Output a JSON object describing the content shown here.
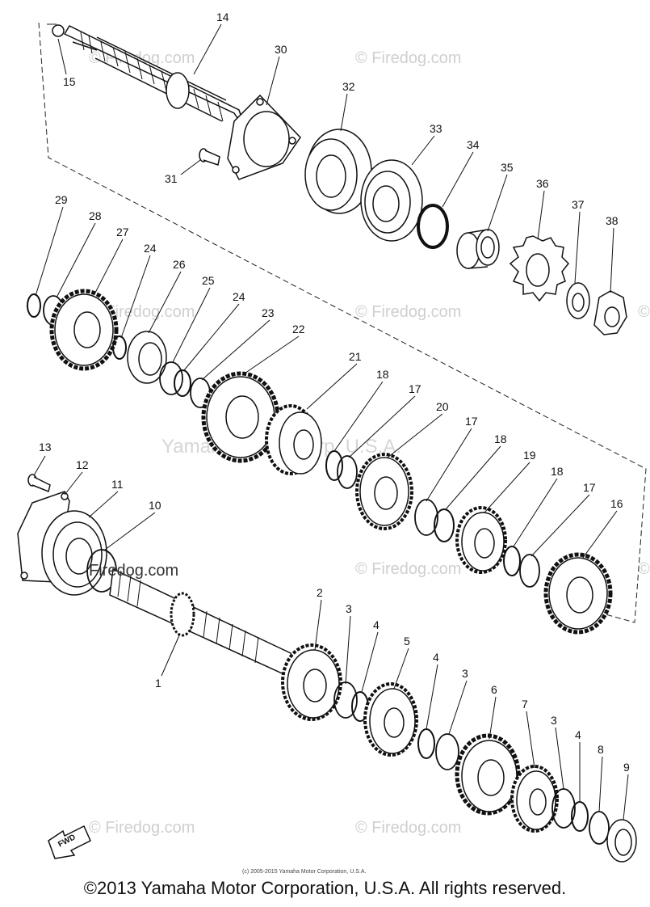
{
  "diagram": {
    "part_numbers": [
      "1",
      "2",
      "3",
      "4",
      "5",
      "6",
      "7",
      "8",
      "9",
      "10",
      "11",
      "12",
      "13",
      "14",
      "15",
      "16",
      "17",
      "18",
      "19",
      "20",
      "21",
      "22",
      "23",
      "24",
      "25",
      "26",
      "27",
      "28",
      "29",
      "30",
      "31",
      "32",
      "33",
      "34",
      "35",
      "36",
      "37",
      "38"
    ],
    "callouts": {
      "c1": "1",
      "c2": "2",
      "c3a": "3",
      "c3b": "3",
      "c3c": "3",
      "c4a": "4",
      "c4b": "4",
      "c4c": "4",
      "c5": "5",
      "c6": "6",
      "c7": "7",
      "c8": "8",
      "c9": "9",
      "c10": "10",
      "c11": "11",
      "c12": "12",
      "c13": "13",
      "c14": "14",
      "c15": "15",
      "c16": "16",
      "c17a": "17",
      "c17b": "17",
      "c17c": "17",
      "c18a": "18",
      "c18b": "18",
      "c18c": "18",
      "c19": "19",
      "c20": "20",
      "c21": "21",
      "c22": "22",
      "c23": "23",
      "c24a": "24",
      "c24b": "24",
      "c25": "25",
      "c26": "26",
      "c27": "27",
      "c28": "28",
      "c29": "29",
      "c30": "30",
      "c31": "31",
      "c32": "32",
      "c33": "33",
      "c34": "34",
      "c35": "35",
      "c36": "36",
      "c37": "37",
      "c38": "38"
    },
    "watermarks": {
      "w1": "© Firedog.com",
      "w2": "© Firedog.com",
      "w3": "© Firedog.com",
      "w4": "© Firedog.com",
      "w5": "© Firedog.com",
      "w6": "Firedog.com",
      "w7": "© Firedog.com",
      "w8": "© Firedog.com",
      "w9": "© Firedog.com",
      "w10": "© Firedog.com",
      "center": "Yamaha Motor Corp. U.S.A."
    },
    "fwd_label": "FWD",
    "small_copyright": "(c) 2005-2015 Yamaha Motor Corporation, U.S.A."
  },
  "footer": {
    "copyright": "©2013 Yamaha Motor Corporation, U.S.A. All rights reserved."
  }
}
